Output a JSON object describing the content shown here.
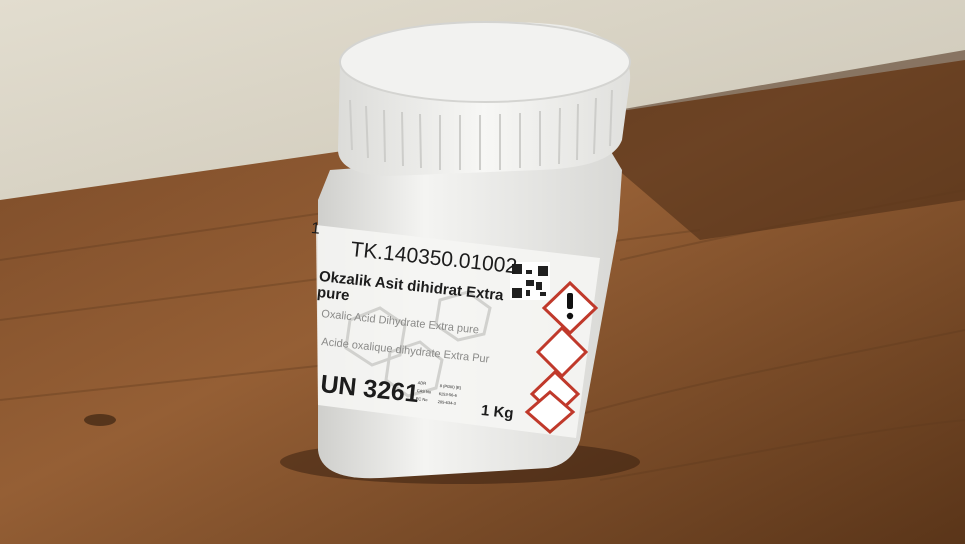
{
  "photo": {
    "subject": "chemical-reagent-jar",
    "colors": {
      "wall": "#d9d4c4",
      "table_light": "#8a5a33",
      "table_dark": "#3d2414",
      "jar_body": "#ececea",
      "lid": "#f1f1ef",
      "label_text": "#1c1c1c",
      "hazard_red": "#c0392b"
    },
    "label": {
      "catalog_code": "TK.140350.01002",
      "product_name_tr": "Okzalik Asit dihidrat   Extra",
      "product_name_tr_line2": "pure",
      "product_name_en": "Oxalic Acid Dihydrate Extra pure",
      "product_name_fr": "Acide oxalique dihydrate Extra Pur",
      "un_number": "UN 3261",
      "weight": "1 Kg",
      "edge_char": "1",
      "small_codes": [
        "ADR",
        "CAS No",
        "EC No"
      ],
      "small_values": [
        "8 (PGIII) [E]",
        "6153-56-6",
        "205-634-3"
      ],
      "hazard_icon": "exclamation-mark-icon"
    }
  }
}
